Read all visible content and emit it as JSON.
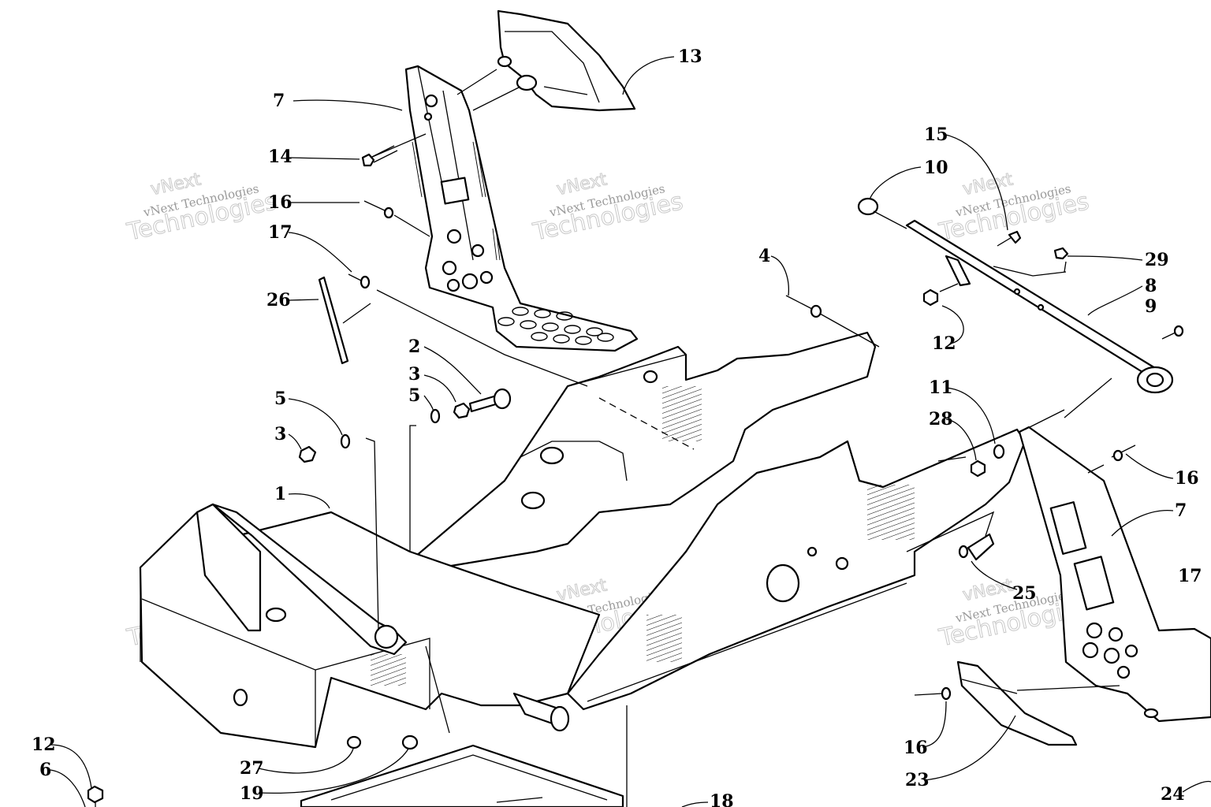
{
  "watermark": {
    "line1": "vNext",
    "line2": "vNext Technologies",
    "line3": "Technologies"
  },
  "callouts": [
    {
      "id": "c13a",
      "label": "13"
    },
    {
      "id": "c7a",
      "label": "7"
    },
    {
      "id": "c14",
      "label": "14"
    },
    {
      "id": "c16a",
      "label": "16"
    },
    {
      "id": "c17a",
      "label": "17"
    },
    {
      "id": "c26",
      "label": "26"
    },
    {
      "id": "c2",
      "label": "2"
    },
    {
      "id": "c3a",
      "label": "3"
    },
    {
      "id": "c5a",
      "label": "5"
    },
    {
      "id": "c5b",
      "label": "5"
    },
    {
      "id": "c3b",
      "label": "3"
    },
    {
      "id": "c1",
      "label": "1"
    },
    {
      "id": "c4",
      "label": "4"
    },
    {
      "id": "c15",
      "label": "15"
    },
    {
      "id": "c10",
      "label": "10"
    },
    {
      "id": "c29",
      "label": "29"
    },
    {
      "id": "c8",
      "label": "8"
    },
    {
      "id": "c9",
      "label": "9"
    },
    {
      "id": "c12a",
      "label": "12"
    },
    {
      "id": "c11",
      "label": "11"
    },
    {
      "id": "c28",
      "label": "28"
    },
    {
      "id": "c16b",
      "label": "16"
    },
    {
      "id": "c7b",
      "label": "7"
    },
    {
      "id": "c17b",
      "label": "17"
    },
    {
      "id": "c25",
      "label": "25"
    },
    {
      "id": "c16c",
      "label": "16"
    },
    {
      "id": "c23",
      "label": "23"
    },
    {
      "id": "c24",
      "label": "24"
    },
    {
      "id": "c18",
      "label": "18"
    },
    {
      "id": "c12b",
      "label": "12"
    },
    {
      "id": "c6",
      "label": "6"
    },
    {
      "id": "c27",
      "label": "27"
    },
    {
      "id": "c19",
      "label": "19"
    }
  ]
}
